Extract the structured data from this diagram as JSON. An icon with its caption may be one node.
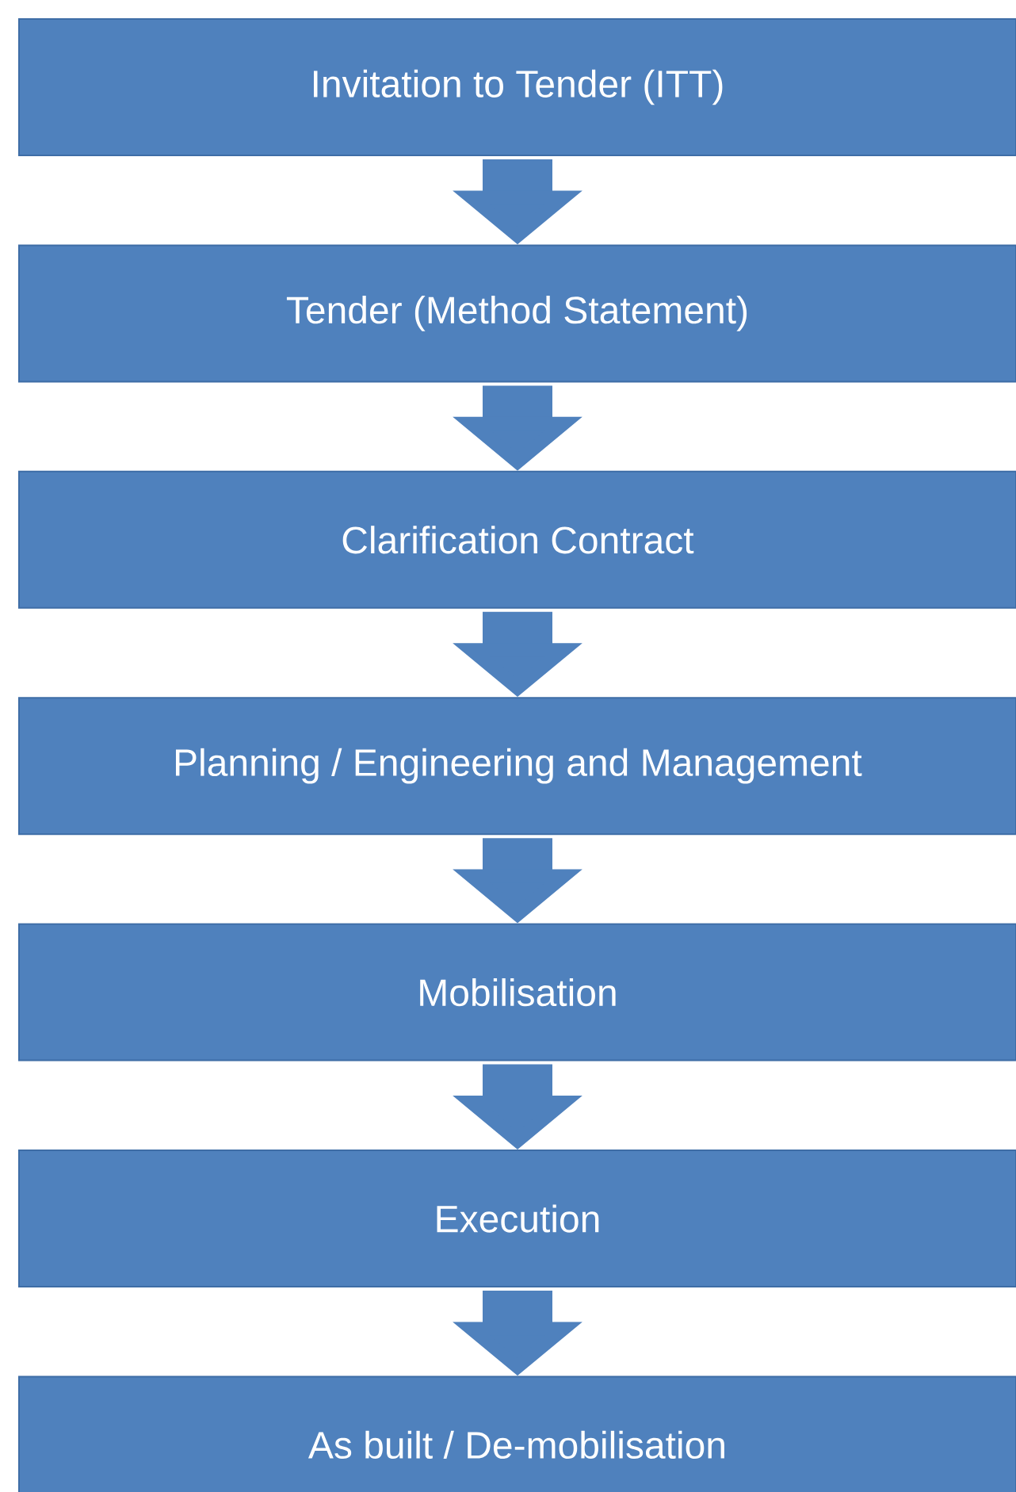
{
  "diagram": {
    "nodes": [
      {
        "text": [
          "Invitation to Tender (ITT)"
        ]
      },
      {
        "text": [
          "Tender (Method Statement)"
        ]
      },
      {
        "text": [
          "Clarification Contract"
        ]
      },
      {
        "text": [
          "Planning / Engineering and Management"
        ]
      },
      {
        "text": [
          "Mobilisation"
        ]
      },
      {
        "text": [
          "Execution"
        ]
      },
      {
        "text": [
          "As built / De-mobilisation"
        ]
      }
    ],
    "edges": [
      {
        "from": 0,
        "to": 1,
        "arrow": "to"
      },
      {
        "from": 1,
        "to": 2,
        "arrow": "to"
      },
      {
        "from": 2,
        "to": 3,
        "arrow": "to"
      },
      {
        "from": 3,
        "to": 4,
        "arrow": "to"
      },
      {
        "from": 4,
        "to": 5,
        "arrow": "to"
      },
      {
        "from": 5,
        "to": 6,
        "arrow": "to"
      }
    ]
  }
}
